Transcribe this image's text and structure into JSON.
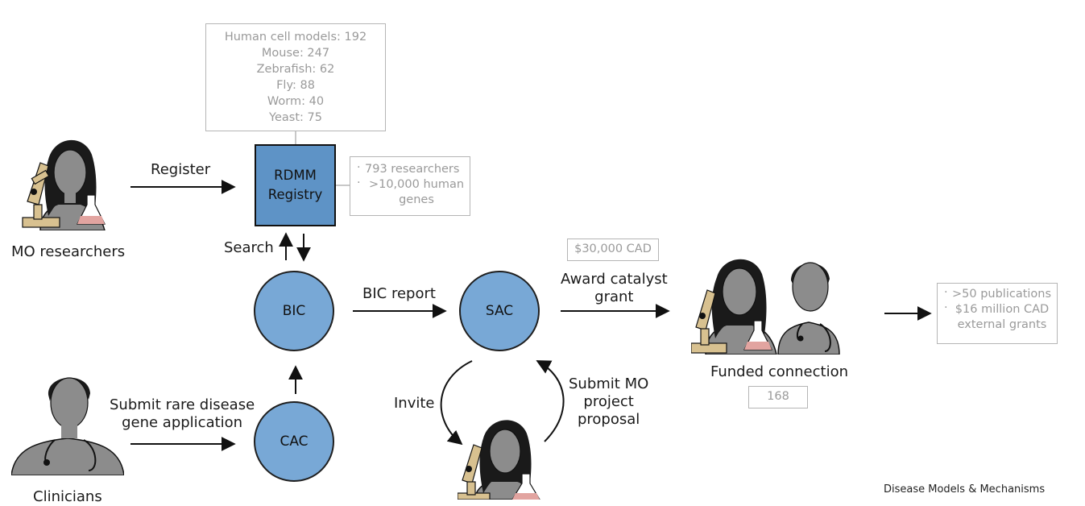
{
  "species_box": {
    "lines": [
      "Human cell models: 192",
      "Mouse: 247",
      "Zebrafish: 62",
      "Fly: 88",
      "Worm: 40",
      "Yeast: 75"
    ]
  },
  "registry": {
    "line1": "RDMM",
    "line2": "Registry"
  },
  "registry_stats": [
    "793 researchers",
    ">10,000 human genes"
  ],
  "mo_researchers": {
    "label": "MO researchers"
  },
  "clinicians": {
    "label": "Clinicians"
  },
  "edges": {
    "register": "Register",
    "search": "Search",
    "bic_report": "BIC report",
    "award_line1": "Award catalyst",
    "award_line2": "grant",
    "invite": "Invite",
    "submit_mo_line1": "Submit MO",
    "submit_mo_line2": "project",
    "submit_mo_line3": "proposal",
    "submit_rare_line1": "Submit rare disease",
    "submit_rare_line2": "gene application"
  },
  "nodes": {
    "bic": "BIC",
    "sac": "SAC",
    "cac": "CAC"
  },
  "grant_amount": "$30,000 CAD",
  "funded": {
    "label": "Funded connection",
    "count": "168"
  },
  "outcomes": [
    ">50 publications",
    "$16 million CAD external grants"
  ],
  "footer": "Disease Models & Mechanisms",
  "colors": {
    "node_fill": "#78a8d6",
    "registry_fill": "#5e93c6",
    "skin": "#8c8c8c",
    "hair": "#1a1a1a",
    "microscope": "#d8c190",
    "flask": "#e2a4a0"
  }
}
